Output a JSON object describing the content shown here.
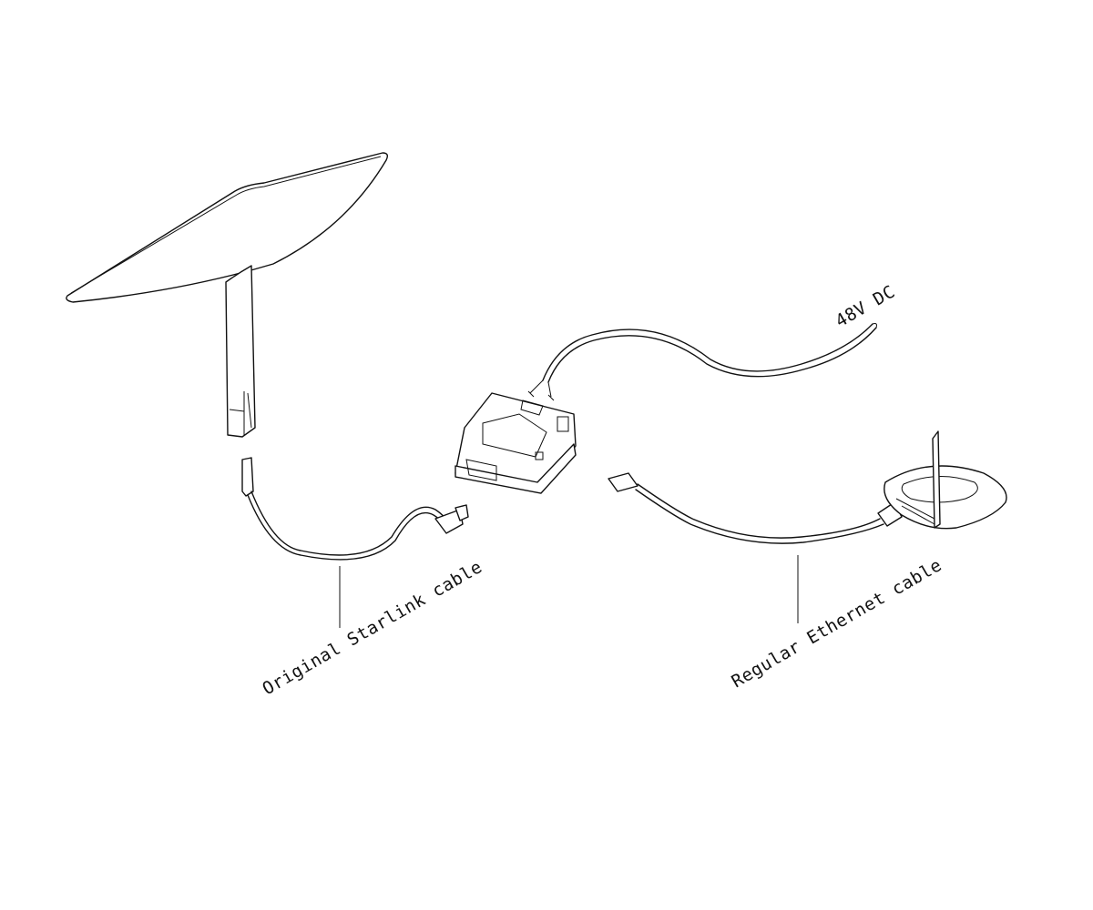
{
  "labels": {
    "power": "48V DC",
    "starlink_cable": "Original Starlink cable",
    "ethernet_cable": "Regular Ethernet cable"
  }
}
